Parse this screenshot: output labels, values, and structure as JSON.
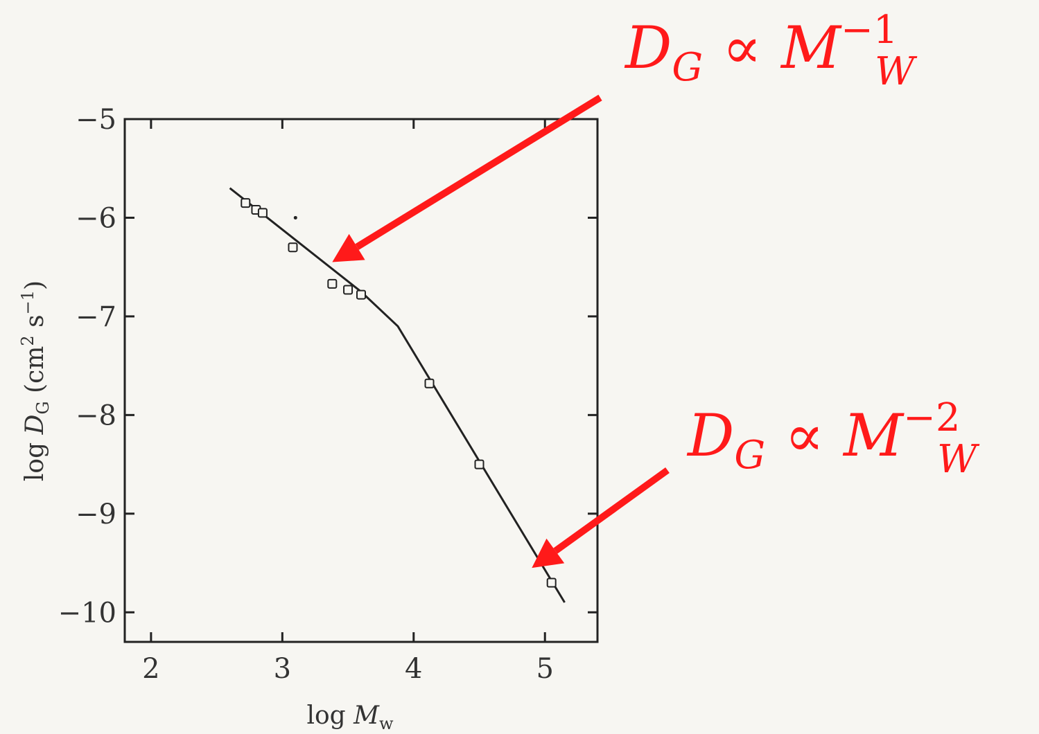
{
  "chart_data": {
    "type": "scatter",
    "xlabel": {
      "prefix": "log ",
      "var": "M",
      "sub": "w"
    },
    "ylabel": {
      "prefix": "log ",
      "var": "D",
      "sub": "G",
      "unit_open": " (cm",
      "unit_sup": "2",
      "unit_mid": " s",
      "unit_sup2": "−1",
      "unit_close": ")"
    },
    "xlim": [
      1.8,
      5.4
    ],
    "ylim": [
      -10.3,
      -5.0
    ],
    "xticks": [
      2,
      3,
      4,
      5
    ],
    "yticks": [
      -5,
      -6,
      -7,
      -8,
      -9,
      -10
    ],
    "xtick_labels": [
      "2",
      "3",
      "4",
      "5"
    ],
    "ytick_labels": [
      "−5",
      "−6",
      "−7",
      "−8",
      "−9",
      "−10"
    ],
    "grid": false,
    "series": [
      {
        "points": [
          [
            2.72,
            -5.85
          ],
          [
            2.8,
            -5.92
          ],
          [
            2.85,
            -5.95
          ],
          [
            3.08,
            -6.3
          ],
          [
            3.38,
            -6.67
          ],
          [
            3.5,
            -6.73
          ],
          [
            3.6,
            -6.78
          ],
          [
            4.12,
            -7.68
          ],
          [
            4.5,
            -8.5
          ],
          [
            5.05,
            -9.7
          ]
        ]
      }
    ],
    "fit_line": [
      [
        2.6,
        -5.7
      ],
      [
        3.6,
        -6.75
      ],
      [
        3.88,
        -7.1
      ],
      [
        5.15,
        -9.9
      ]
    ],
    "stray_dot": [
      3.1,
      -6.0
    ],
    "annotations": [
      {
        "lhs": "D",
        "lhs_sub": "G",
        "symbol": "∝",
        "rhs": "M",
        "rhs_sub": "W",
        "rhs_sup": "−1",
        "points_to": [
          3.38,
          -6.45
        ],
        "color": "#ff1a1a"
      },
      {
        "lhs": "D",
        "lhs_sub": "G",
        "symbol": "∝",
        "rhs": "M",
        "rhs_sub": "W",
        "rhs_sup": "−2",
        "points_to": [
          4.9,
          -9.55
        ],
        "color": "#ff1a1a"
      }
    ]
  }
}
